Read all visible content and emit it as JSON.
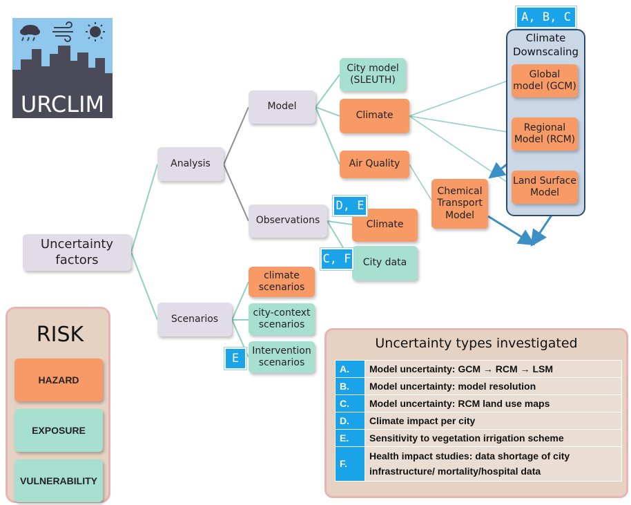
{
  "logo": {
    "text": "URCLIM"
  },
  "nodes": {
    "uncertainty": "Uncertainty\nfactors",
    "analysis": "Analysis",
    "scenarios": "Scenarios",
    "model": "Model",
    "observations": "Observations",
    "city_model": "City model\n(SLEUTH)",
    "climate_model": "Climate",
    "air_quality": "Air Quality",
    "obs_climate": "Climate",
    "city_data": "City data",
    "climate_scenarios": "climate\nscenarios",
    "city_context": "city-context\nscenarios",
    "intervention": "Intervention\nscenarios",
    "chemical_transport": "Chemical\nTransport\nModel",
    "gcm": "Global\nmodel (GCM)",
    "rcm": "Regional\nModel (RCM)",
    "lsm": "Land Surface\nModel"
  },
  "downscaling": {
    "title": "Climate\nDownscaling"
  },
  "tags": {
    "abc": "A, B, C",
    "de": "D, E",
    "cf": "C, F",
    "e": "E"
  },
  "risk": {
    "title": "RISK",
    "hazard": "HAZARD",
    "exposure": "EXPOSURE",
    "vulnerability": "VULNERABILITY"
  },
  "types": {
    "title": "Uncertainty types investigated",
    "rows": [
      {
        "letter": "A.",
        "text": "Model uncertainty: GCM → RCM → LSM"
      },
      {
        "letter": "B.",
        "text": "Model uncertainty: model resolution"
      },
      {
        "letter": "C.",
        "text": "Model uncertainty: RCM land use maps"
      },
      {
        "letter": "D.",
        "text": "Climate impact per city"
      },
      {
        "letter": "E.",
        "text": "Sensitivity to vegetation irrigation scheme"
      },
      {
        "letter": "F.",
        "text": "Health impact studies: data shortage of city infrastructure/ mortality/hospital data"
      }
    ]
  },
  "colors": {
    "hazard": "#f79a66",
    "exposure": "#a8e0cf",
    "neutral": "#e0dde8",
    "tag": "#1aa3e8",
    "panel": "#e6d2c3",
    "downscaling_panel": "#c9d7e7"
  }
}
